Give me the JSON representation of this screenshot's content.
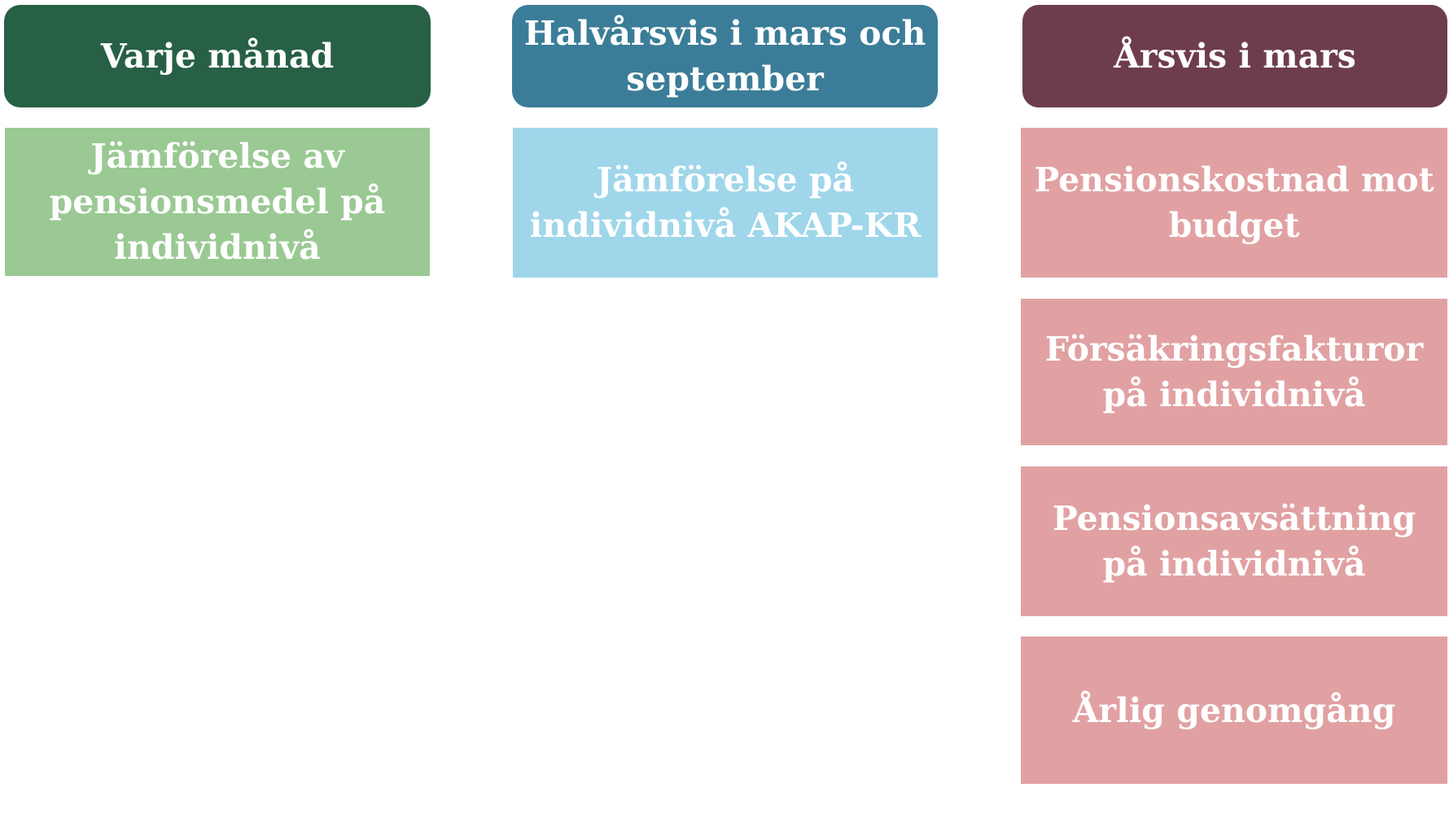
{
  "columns": [
    {
      "header": "Varje månad",
      "header_color": "#276045",
      "items": [
        {
          "label": "Jämförelse av pensionsmedel på individnivå",
          "color": "#9ac993"
        }
      ]
    },
    {
      "header": "Halvårsvis i mars och september",
      "header_color": "#3b7d98",
      "items": [
        {
          "label": "Jämförelse på individnivå AKAP-KR",
          "color": "#9fd6ea"
        }
      ]
    },
    {
      "header": "Årsvis i mars",
      "header_color": "#6e3d4b",
      "items": [
        {
          "label": "Pensionskostnad mot budget",
          "color": "#e1a1a3"
        },
        {
          "label": "Försäkringsfakturor på individnivå",
          "color": "#e1a1a3"
        },
        {
          "label": "Pensionsavsättning på individnivå",
          "color": "#e1a1a3"
        },
        {
          "label": "Årlig genomgång",
          "color": "#e1a1a3"
        }
      ]
    }
  ]
}
